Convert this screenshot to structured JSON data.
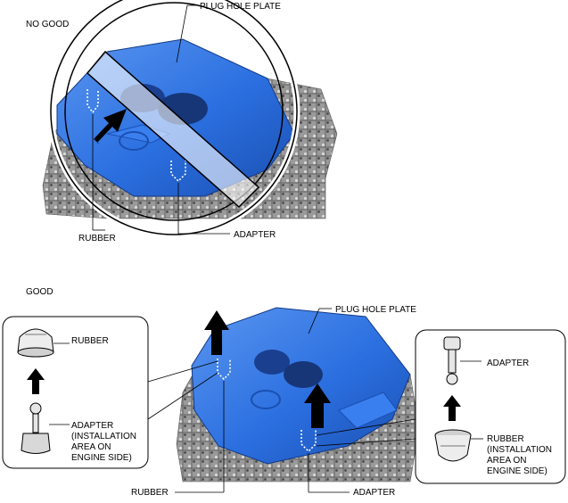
{
  "sections": {
    "bad": {
      "heading": "NO GOOD"
    },
    "good": {
      "heading": "GOOD"
    }
  },
  "labels": {
    "plug_hole_plate": "PLUG HOLE PLATE",
    "rubber": "RUBBER",
    "adapter": "ADAPTER",
    "adapter_engine_side": [
      "ADAPTER",
      "(INSTALLATION",
      "AREA ON",
      "ENGINE SIDE)"
    ],
    "rubber_engine_side": [
      "RUBBER",
      "(INSTALLATION",
      "AREA ON",
      "ENGINE SIDE)"
    ]
  },
  "colors": {
    "cover_blue": "#2b6fe0",
    "cover_highlight": "#5a96f0",
    "cover_shadow": "#1a4fb0",
    "engine_gray": "#8f8f8f",
    "arrow": "#000000"
  }
}
